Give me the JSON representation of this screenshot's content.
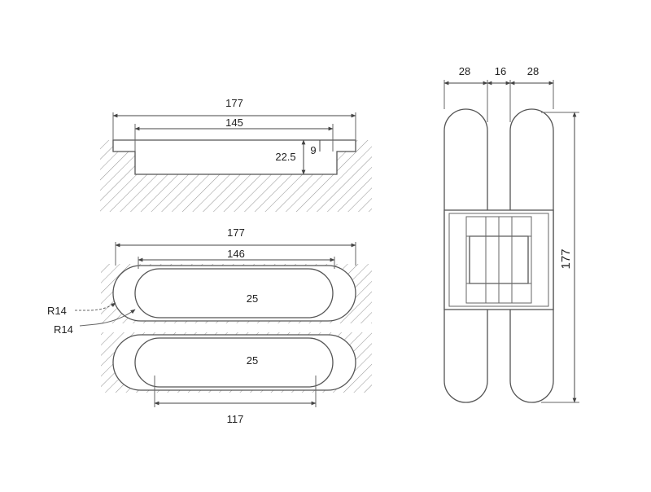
{
  "colors": {
    "line": "#555555",
    "hatch": "#9a9a9a",
    "text": "#222222",
    "background": "#ffffff"
  },
  "routing_section": {
    "overall_length": "177",
    "inner_length": "145",
    "total_depth": "22.5",
    "step_depth": "9"
  },
  "routing_top_view": {
    "overall_length": "177",
    "inner_length": "146",
    "pocket_width": "25",
    "outer_radius": "R14",
    "inner_radius": "R14"
  },
  "routing_lower_view": {
    "pocket_width": "25",
    "screw_distance": "117"
  },
  "hinge_front_view": {
    "left_leaf_width": "28",
    "gap_width": "16",
    "right_leaf_width": "28",
    "height": "177"
  }
}
